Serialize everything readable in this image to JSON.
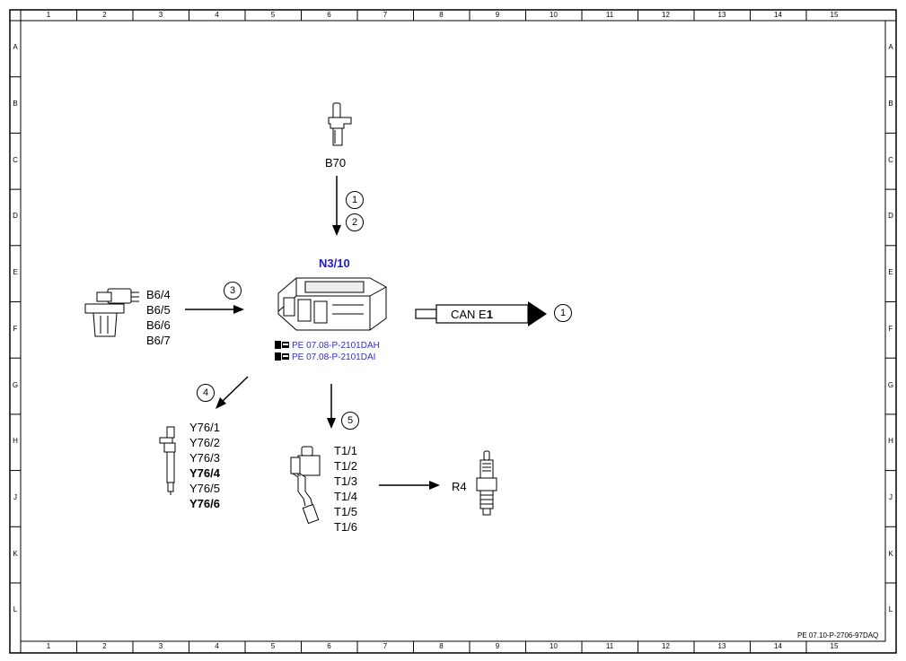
{
  "grid": {
    "columns": [
      "1",
      "2",
      "3",
      "4",
      "5",
      "6",
      "7",
      "8",
      "9",
      "10",
      "11",
      "12",
      "13",
      "14",
      "15"
    ],
    "rows": [
      "A",
      "B",
      "C",
      "D",
      "E",
      "F",
      "G",
      "H",
      "J",
      "K",
      "L"
    ]
  },
  "document_ref": "PE 07.10-P-2706-97DAQ",
  "control_unit": {
    "title": "N3/10",
    "refs": [
      "PE 07.08-P-2101DAH",
      "PE 07.08-P-2101DAI"
    ]
  },
  "sensor_top": {
    "label": "B70"
  },
  "sensor_left": {
    "labels": [
      "B6/4",
      "B6/5",
      "B6/6",
      "B6/7"
    ]
  },
  "injectors": {
    "labels": [
      {
        "prefix": "Y76/",
        "num": "1",
        "bold": false
      },
      {
        "prefix": "Y76/",
        "num": "2",
        "bold": false
      },
      {
        "prefix": "Y76/",
        "num": "3",
        "bold": false
      },
      {
        "prefix": "Y76/",
        "num": "4",
        "bold": true
      },
      {
        "prefix": "Y76/",
        "num": "5",
        "bold": false
      },
      {
        "prefix": "Y76/",
        "num": "6",
        "bold": true
      }
    ]
  },
  "ignition_coils": {
    "labels": [
      "T1/1",
      "T1/2",
      "T1/3",
      "T1/4",
      "T1/5",
      "T1/6"
    ]
  },
  "spark_plug": {
    "label": "R4"
  },
  "can": {
    "prefix": "CAN E",
    "suffix": "1"
  },
  "callouts": {
    "c1a": "1",
    "c2": "2",
    "c3": "3",
    "c4": "4",
    "c5": "5",
    "c1b": "1"
  }
}
